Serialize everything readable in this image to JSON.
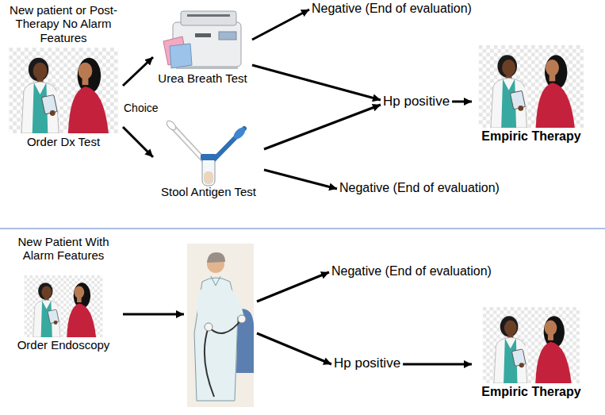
{
  "diagram": {
    "nodes": [
      {
        "text": [
          "New patient or Post-Therapy No Alarm Features",
          "Order Dx Test"
        ]
      },
      {
        "text": [
          "Urea Breath Test"
        ]
      },
      {
        "text": [
          "Stool Antigen Test"
        ]
      },
      {
        "text": [
          "Negative (End of evaluation)"
        ]
      },
      {
        "text": [
          "Hp positive"
        ]
      },
      {
        "text": [
          "Negative (End of evaluation)"
        ]
      },
      {
        "text": [
          "Empiric Therapy"
        ]
      },
      {
        "text": [
          "New Patient With Alarm Features",
          "Order Endoscopy"
        ]
      },
      {
        "text": []
      },
      {
        "text": [
          "Negative (End of evaluation)"
        ]
      },
      {
        "text": [
          "Hp positive"
        ]
      },
      {
        "text": [
          "Empiric Therapy"
        ]
      }
    ],
    "edges": [
      {
        "from": 0,
        "to": 1,
        "arrow": "to"
      },
      {
        "from": 0,
        "to": 2,
        "arrow": "to"
      },
      {
        "from": 1,
        "to": 3,
        "arrow": "to"
      },
      {
        "from": 1,
        "to": 4,
        "arrow": "to"
      },
      {
        "from": 2,
        "to": 4,
        "arrow": "to"
      },
      {
        "from": 2,
        "to": 5,
        "arrow": "to"
      },
      {
        "from": 4,
        "to": 6,
        "arrow": "to"
      },
      {
        "from": 7,
        "to": 8,
        "arrow": "to"
      },
      {
        "from": 8,
        "to": 9,
        "arrow": "to"
      },
      {
        "from": 8,
        "to": 10,
        "arrow": "to"
      },
      {
        "from": 10,
        "to": 11,
        "arrow": "to"
      }
    ],
    "labels": [
      "Choice"
    ]
  }
}
